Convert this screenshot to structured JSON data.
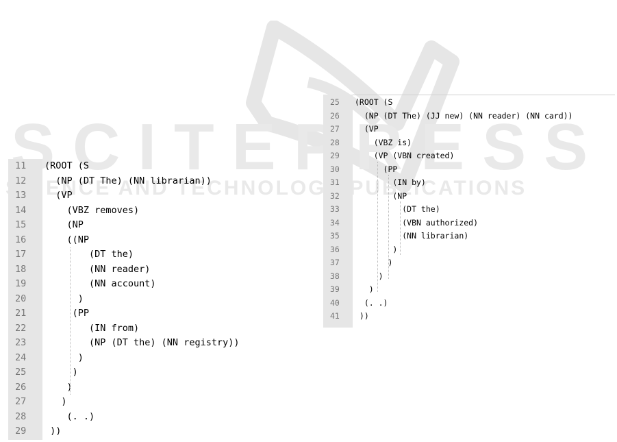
{
  "watermark": {
    "brand": "SCITEPRESS",
    "tagline": "SCIENCE AND TECHNOLOGY PUBLICATIONS"
  },
  "left_code": {
    "lines": [
      {
        "num": "11",
        "text": "(ROOT (S"
      },
      {
        "num": "12",
        "text": "  (NP (DT The) (NN librarian))"
      },
      {
        "num": "13",
        "text": "  (VP"
      },
      {
        "num": "14",
        "text": "    (VBZ removes)"
      },
      {
        "num": "15",
        "text": "    (NP"
      },
      {
        "num": "16",
        "text": "    ((NP"
      },
      {
        "num": "17",
        "text": "        (DT the)"
      },
      {
        "num": "18",
        "text": "        (NN reader)"
      },
      {
        "num": "19",
        "text": "        (NN account)"
      },
      {
        "num": "20",
        "text": "      )"
      },
      {
        "num": "21",
        "text": "     (PP"
      },
      {
        "num": "22",
        "text": "        (IN from)"
      },
      {
        "num": "23",
        "text": "        (NP (DT the) (NN registry))"
      },
      {
        "num": "24",
        "text": "      )"
      },
      {
        "num": "25",
        "text": "     )"
      },
      {
        "num": "26",
        "text": "    )"
      },
      {
        "num": "27",
        "text": "   )"
      },
      {
        "num": "28",
        "text": "    (. .)"
      },
      {
        "num": "29",
        "text": " ))"
      }
    ]
  },
  "right_code": {
    "lines": [
      {
        "num": "25",
        "text": "(ROOT (S"
      },
      {
        "num": "26",
        "text": "  (NP (DT The) (JJ new) (NN reader) (NN card))"
      },
      {
        "num": "27",
        "text": "  (VP"
      },
      {
        "num": "28",
        "text": "    (VBZ is)"
      },
      {
        "num": "29",
        "text": "    (VP (VBN created)"
      },
      {
        "num": "30",
        "text": "      (PP"
      },
      {
        "num": "31",
        "text": "        (IN by)"
      },
      {
        "num": "32",
        "text": "        (NP"
      },
      {
        "num": "33",
        "text": "          (DT the)"
      },
      {
        "num": "34",
        "text": "          (VBN authorized)"
      },
      {
        "num": "35",
        "text": "          (NN librarian)"
      },
      {
        "num": "36",
        "text": "        )"
      },
      {
        "num": "37",
        "text": "       )"
      },
      {
        "num": "38",
        "text": "     )"
      },
      {
        "num": "39",
        "text": "   )"
      },
      {
        "num": "40",
        "text": "  (. .)"
      },
      {
        "num": "41",
        "text": " ))"
      }
    ]
  }
}
